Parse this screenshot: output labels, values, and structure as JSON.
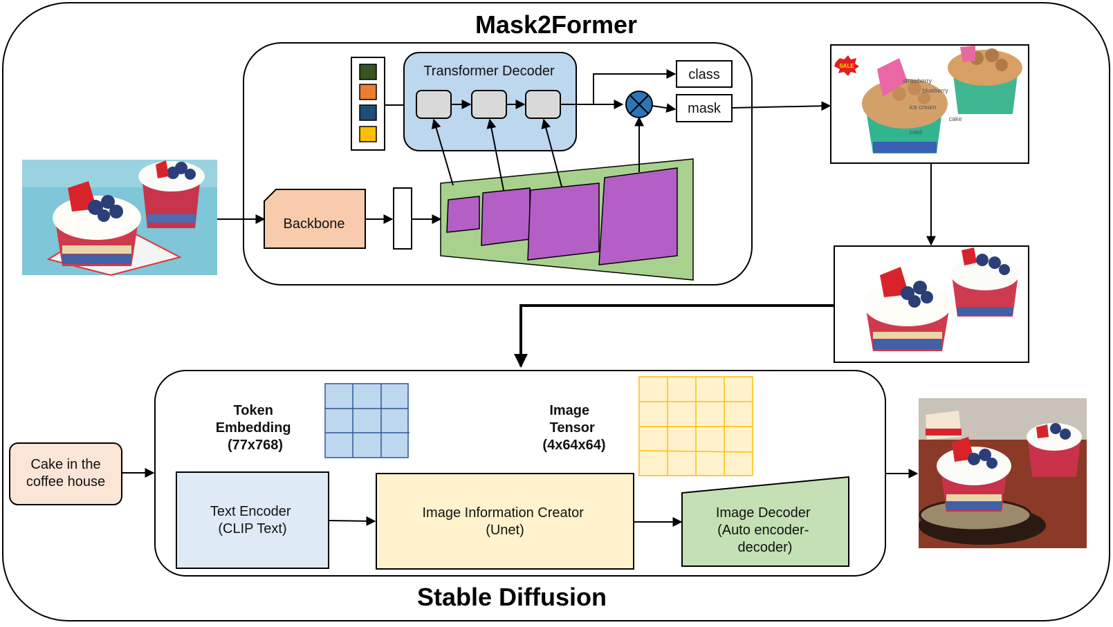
{
  "titles": {
    "top": "Mask2Former",
    "bottom": "Stable Diffusion"
  },
  "mask2former": {
    "transformer_decoder": "Transformer Decoder",
    "backbone": "Backbone",
    "class_out": "class",
    "mask_out": "mask",
    "query_colors": [
      "#375623",
      "#ed7d31",
      "#1f4e79",
      "#ffc000"
    ]
  },
  "segmentation_labels": [
    "strawberry",
    "blueberry",
    "ice cream",
    "cake",
    "cake"
  ],
  "sale_badge": "SALE",
  "prompt": [
    "Cake in the",
    "coffee house"
  ],
  "token_embedding": [
    "Token",
    "Embedding",
    "(77x768)"
  ],
  "image_tensor": [
    "Image",
    "Tensor",
    "(4x64x64)"
  ],
  "text_encoder": [
    "Text Encoder",
    "(CLIP Text)"
  ],
  "image_info_creator": [
    "Image Information Creator",
    "(Unet)"
  ],
  "image_decoder": [
    "Image Decoder",
    "(Auto encoder-",
    "decoder)"
  ],
  "colors": {
    "backbone": "#f8cbad",
    "transformer_decoder": "#bdd7ee",
    "pixel_decoder": "#a9d18e",
    "feature_maps": "#b35fc5",
    "prompt_box": "#fbe5d6",
    "text_encoder": "#deebf7",
    "unet": "#fff2cc",
    "image_decoder": "#c5e0b4",
    "token_grid": "#bdd7ee",
    "tensor_grid": "#fff2cc"
  }
}
